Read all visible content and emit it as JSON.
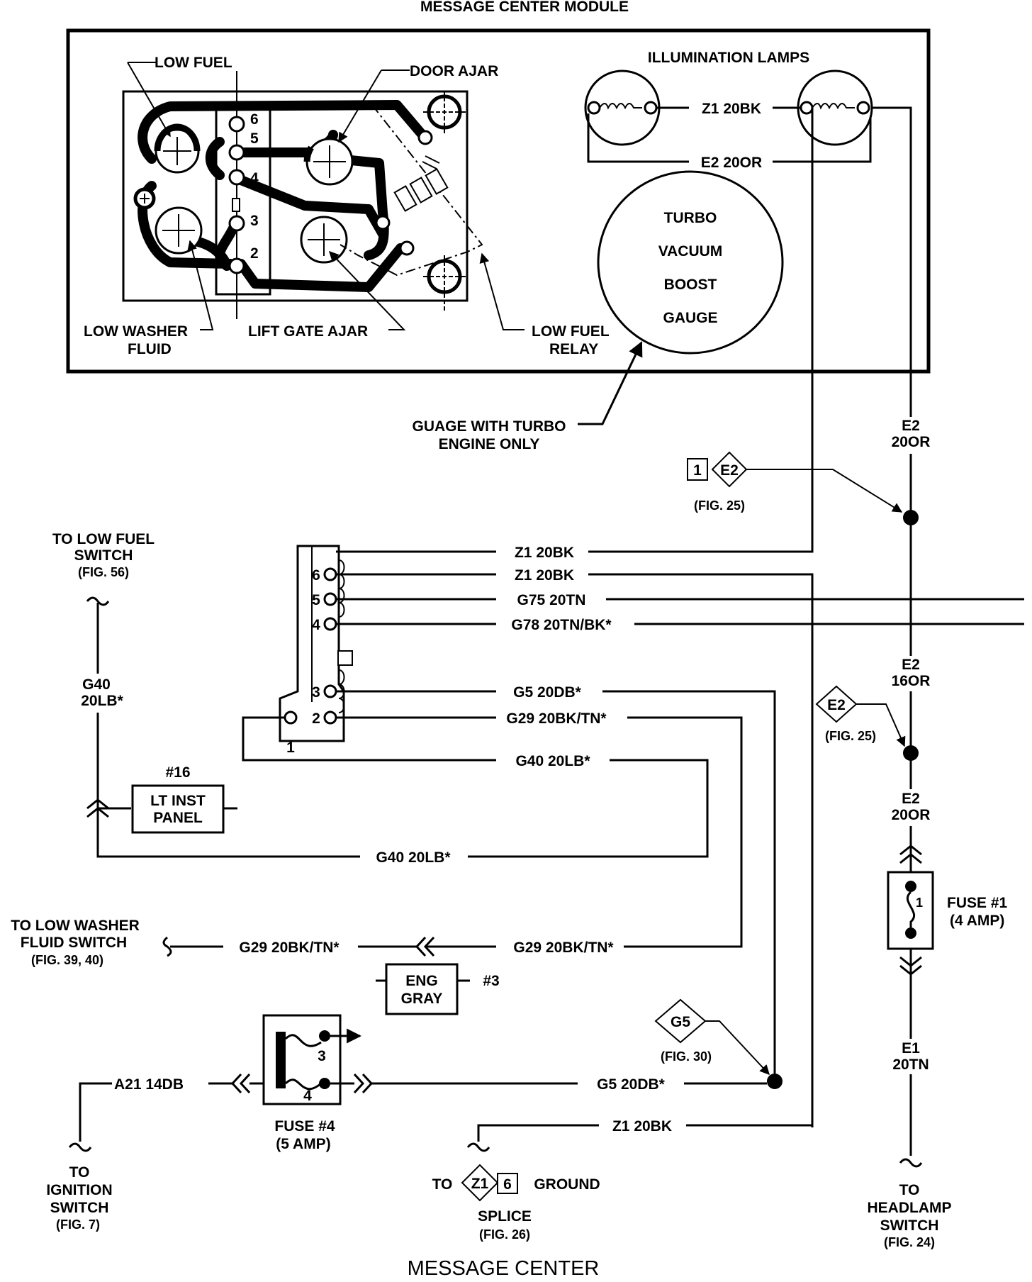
{
  "diagram": {
    "top_title": "MESSAGE CENTER MODULE",
    "bottom_title": "MESSAGE CENTER",
    "module": {
      "low_fuel": "LOW FUEL",
      "door_ajar": "DOOR AJAR",
      "illumination_lamps": "ILLUMINATION LAMPS",
      "low_washer_fluid_1": "LOW WASHER",
      "low_washer_fluid_2": "FLUID",
      "lift_gate_ajar": "LIFT GATE AJAR",
      "low_fuel_relay_1": "LOW FUEL",
      "low_fuel_relay_2": "RELAY",
      "gauge_1": "TURBO",
      "gauge_2": "VACUUM",
      "gauge_3": "BOOST",
      "gauge_4": "GAUGE",
      "lamp_wire_z1": "Z1 20BK",
      "lamp_wire_e2": "E2 20OR",
      "pin_6": "6",
      "pin_5": "5",
      "pin_4": "4",
      "pin_3": "3",
      "pin_2": "2"
    },
    "gauge_note_1": "GUAGE WITH TURBO",
    "gauge_note_2": "ENGINE ONLY",
    "connector": {
      "pin_6": "6",
      "pin_5": "5",
      "pin_4": "4",
      "pin_3": "3",
      "pin_2": "2",
      "pin_1": "1"
    },
    "wires": {
      "z1_a": "Z1 20BK",
      "z1_b": "Z1 20BK",
      "g75": "G75 20TN",
      "g78": "G78 20TN/BK*",
      "g5": "G5 20DB*",
      "g29": "G29 20BK/TN*",
      "g40": "G40 20LB*",
      "g40_bottom": "G40 20LB*",
      "g40_vert_1": "G40",
      "g40_vert_2": "20LB*",
      "g29_lower_right": "G29 20BK/TN*",
      "g29_lower_left": "G29 20BK/TN*",
      "a21": "A21 14DB",
      "g5_lower": "G5 20DB*",
      "z1_lower": "Z1 20BK",
      "e2_a_1": "E2",
      "e2_a_2": "20OR",
      "e2_b_1": "E2",
      "e2_b_2": "16OR",
      "e2_c_1": "E2",
      "e2_c_2": "20OR",
      "e1_1": "E1",
      "e1_2": "20TN"
    },
    "splices": {
      "e2_top_num": "1",
      "e2_top": "E2",
      "e2_top_ref": "(FIG. 25)",
      "e2_mid": "E2",
      "e2_mid_ref": "(FIG. 25)",
      "g5": "G5",
      "g5_ref": "(FIG. 30)",
      "z1": "Z1",
      "z1_num": "6"
    },
    "connectors": {
      "lt_inst_num": "#16",
      "lt_inst_1": "LT INST",
      "lt_inst_2": "PANEL",
      "eng_1": "ENG",
      "eng_2": "GRAY",
      "eng_num": "#3"
    },
    "fuses": {
      "fuse1_1": "FUSE #1",
      "fuse1_2": "(4 AMP)",
      "fuse1_pin": "1",
      "fuse4_1": "FUSE #4",
      "fuse4_2": "(5 AMP)",
      "fuse4_pin3": "3",
      "fuse4_pin4": "4"
    },
    "destinations": {
      "low_fuel_sw_1": "TO LOW FUEL",
      "low_fuel_sw_2": "SWITCH",
      "low_fuel_sw_3": "(FIG. 56)",
      "washer_sw_1": "TO LOW WASHER",
      "washer_sw_2": "FLUID SWITCH",
      "washer_sw_3": "(FIG. 39, 40)",
      "ign_1": "TO",
      "ign_2": "IGNITION",
      "ign_3": "SWITCH",
      "ign_4": "(FIG. 7)",
      "gnd_to": "TO",
      "gnd_ground": "GROUND",
      "gnd_splice": "SPLICE",
      "gnd_fig": "(FIG. 26)",
      "head_1": "TO",
      "head_2": "HEADLAMP",
      "head_3": "SWITCH",
      "head_4": "(FIG. 24)"
    }
  }
}
